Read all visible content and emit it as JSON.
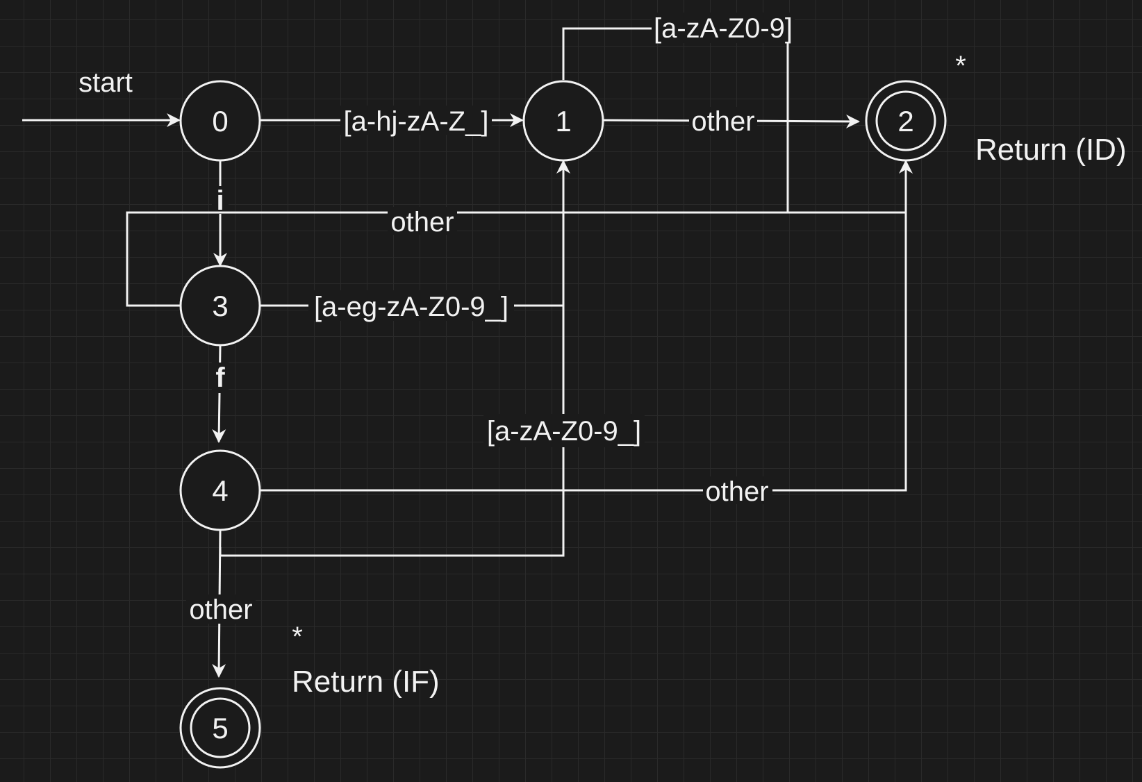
{
  "diagram": {
    "start_label": "start",
    "states": [
      {
        "id": "0",
        "label": "0",
        "accepting": false
      },
      {
        "id": "1",
        "label": "1",
        "accepting": false
      },
      {
        "id": "2",
        "label": "2",
        "accepting": true
      },
      {
        "id": "3",
        "label": "3",
        "accepting": false
      },
      {
        "id": "4",
        "label": "4",
        "accepting": false
      },
      {
        "id": "5",
        "label": "5",
        "accepting": true
      }
    ],
    "transitions": [
      {
        "from": "0",
        "to": "1",
        "label": "[a-hj-zA-Z_]"
      },
      {
        "from": "0",
        "to": "3",
        "label": "i"
      },
      {
        "from": "1",
        "to": "1",
        "label": "[a-zA-Z0-9]"
      },
      {
        "from": "1",
        "to": "2",
        "label": "other"
      },
      {
        "from": "3",
        "to": "2",
        "label": "other"
      },
      {
        "from": "3",
        "to": "1",
        "label": "[a-eg-zA-Z0-9_]"
      },
      {
        "from": "3",
        "to": "4",
        "label": "f"
      },
      {
        "from": "4",
        "to": "1",
        "label": "[a-zA-Z0-9_]"
      },
      {
        "from": "4",
        "to": "2",
        "label": "other"
      },
      {
        "from": "4",
        "to": "5",
        "label": "other"
      }
    ],
    "notes": {
      "id_star": "*",
      "id_return": "Return (ID)",
      "if_star": "*",
      "if_return": "Return (IF)"
    },
    "colors": {
      "background": "#1b1b1b",
      "grid": "#2a2a2a",
      "stroke": "#f2f2f2"
    }
  }
}
